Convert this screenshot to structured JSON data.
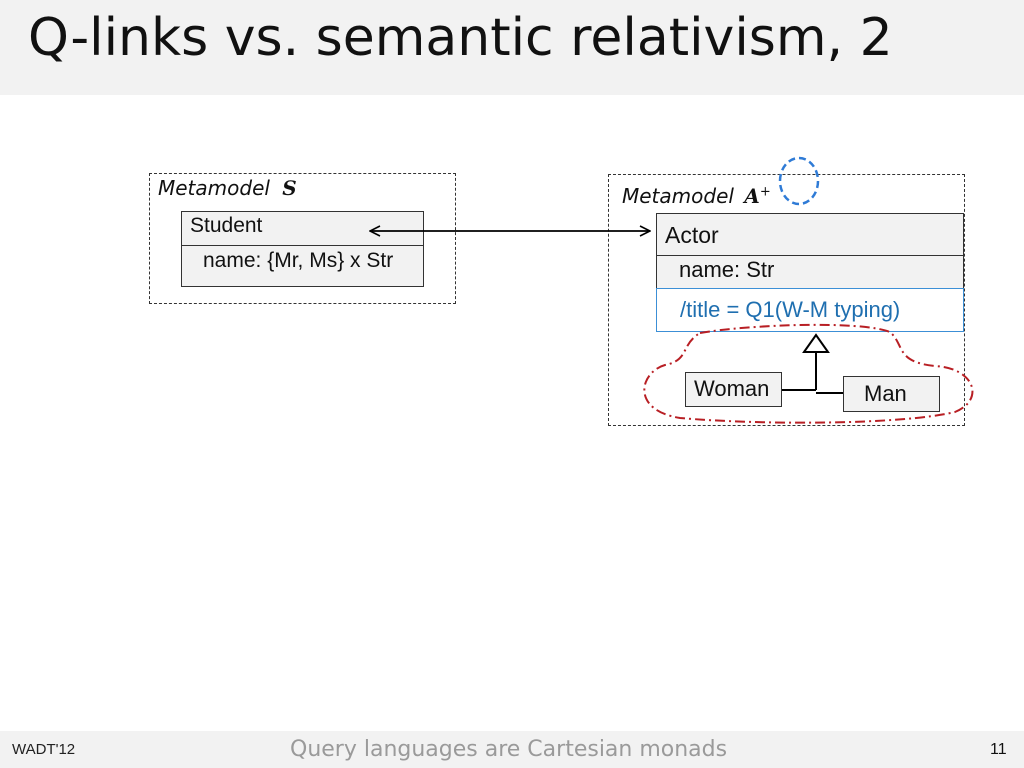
{
  "slide": {
    "title": "Q-links vs. semantic relativism, 2",
    "footer_left": "WADT'12",
    "footer_center": "Query languages are Cartesian monads",
    "page_number": "11"
  },
  "diagram": {
    "metamodel_s": {
      "label": "Metamodel",
      "symbol": "S",
      "class": {
        "name": "Student",
        "attribute": "name: {Mr, Ms} x Str"
      }
    },
    "metamodel_a": {
      "label": "Metamodel",
      "symbol": "A",
      "superscript": "+",
      "class": {
        "name": "Actor",
        "attribute": "name: Str",
        "derived_attribute": "/title = Q1(W-M typing)"
      },
      "subclasses": [
        "Woman",
        "Man"
      ]
    },
    "colors": {
      "derived_text": "#1f6fb0",
      "derived_border": "#3c8fd6",
      "cloud": "#b81f24",
      "circle": "#2f7bd6"
    }
  }
}
